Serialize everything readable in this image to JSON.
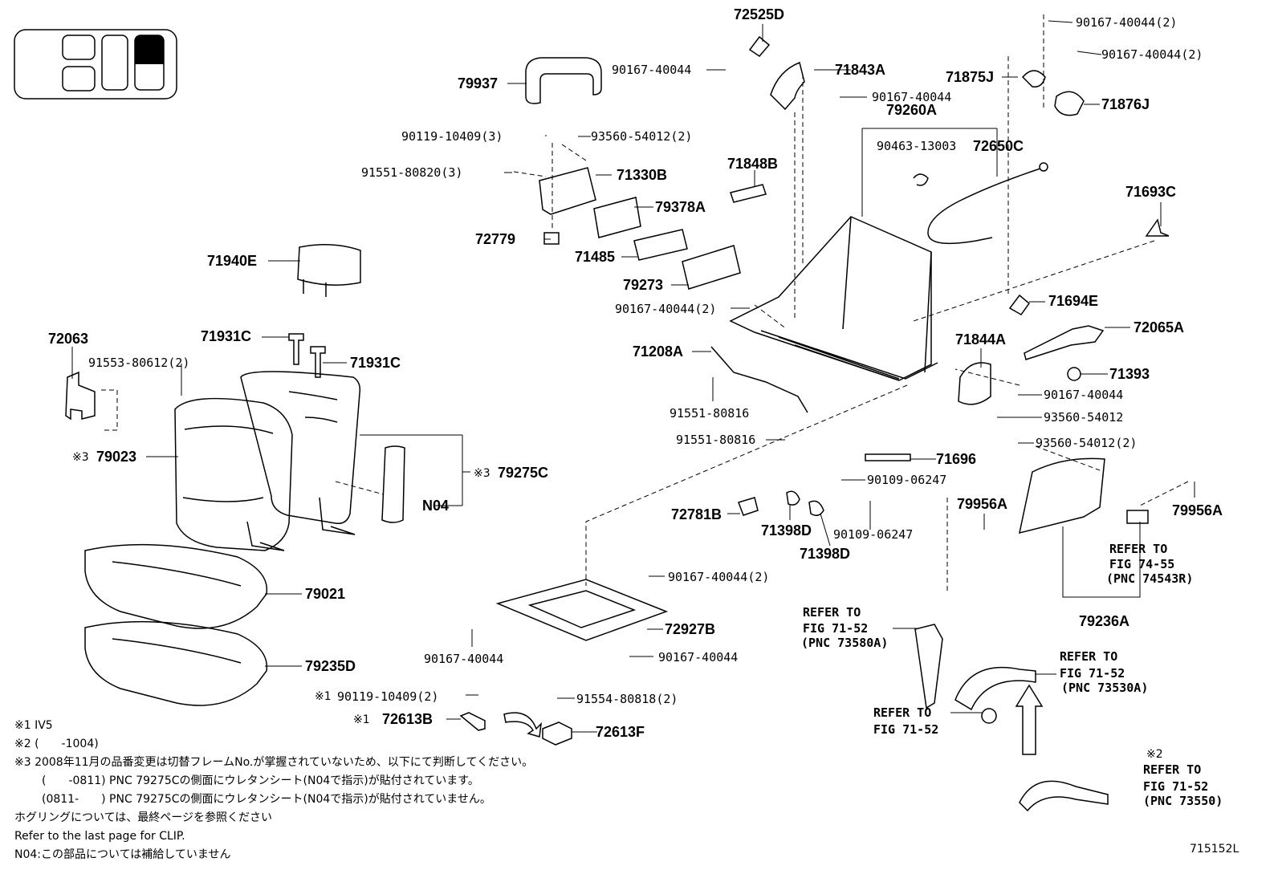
{
  "diagram_id": "715152L",
  "parts": {
    "p72525D": "72525D",
    "p90167_a": "90167-40044",
    "p71843A": "71843A",
    "p90167_b": "90167-40044",
    "p79937": "79937",
    "p90119_3": "90119-10409(3)",
    "p93560_2a": "93560-54012(2)",
    "p91551_80820": "91551-80820(3)",
    "p71330B": "71330B",
    "p79378A": "79378A",
    "p72779": "72779",
    "p71485": "71485",
    "p79273": "79273",
    "p90167_2a": "90167-40044(2)",
    "p71848B": "71848B",
    "p79260A": "79260A",
    "p90463": "90463-13003",
    "p72650C": "72650C",
    "p90167_2b": "90167-40044(2)",
    "p90167_2c": "90167-40044(2)",
    "p71875J": "71875J",
    "p71876J": "71876J",
    "p71693C": "71693C",
    "p71694E": "71694E",
    "p72065A": "72065A",
    "p71844A": "71844A",
    "p71393": "71393",
    "p90167_c": "90167-40044",
    "p93560_a": "93560-54012",
    "p93560_2b": "93560-54012(2)",
    "p71696": "71696",
    "p71940E": "71940E",
    "p71931C_a": "71931C",
    "p71931C_b": "71931C",
    "p72063": "72063",
    "p91553": "91553-80612(2)",
    "p79023": "79023",
    "p79275C": "79275C",
    "pN04": "N04",
    "p71208A": "71208A",
    "p91551_a": "91551-80816",
    "p91551_b": "91551-80816",
    "p90109_a": "90109-06247",
    "p90109_b": "90109-06247",
    "p72781B": "72781B",
    "p71398D_a": "71398D",
    "p71398D_b": "71398D",
    "p79956A_a": "79956A",
    "p79956A_b": "79956A",
    "p79236A": "79236A",
    "p79021": "79021",
    "p90167_2d": "90167-40044(2)",
    "p72927B": "72927B",
    "p90167_d": "90167-40044",
    "p90167_e": "90167-40044",
    "p79235D": "79235D",
    "p90119_2": "90119-10409(2)",
    "p91554": "91554-80818(2)",
    "p72613B": "72613B",
    "p72613F": "72613F"
  },
  "marks": {
    "m1": "※1",
    "m3": "※3",
    "m2": "※2"
  },
  "refs": {
    "r1_l1": "REFER TO",
    "r1_l2": "FIG 74-55",
    "r1_l3": "(PNC 74543R)",
    "r2_l1": "REFER TO",
    "r2_l2": "FIG 71-52",
    "r2_l3": "(PNC 73580A)",
    "r3_l1": "REFER TO",
    "r3_l2": "FIG 71-52",
    "r3_l3": "(PNC 73530A)",
    "r4_l1": "REFER TO",
    "r4_l2": "FIG 71-52",
    "r5_l1": "REFER TO",
    "r5_l2": "FIG 71-52",
    "r5_l3": "(PNC 73550)"
  },
  "notes": {
    "n1": "※1 IV5",
    "n2": "※2 (　　-1004)",
    "n3": "※3  2008年11月の品番変更は切替フレームNo.が掌握されていないため、以下にて判断してください。",
    "n4": "(　　-0811) PNC 79275Cの側面にウレタンシート(N04で指示)が貼付されています。",
    "n5": "(0811-　　) PNC 79275Cの側面にウレタンシート(N04で指示)が貼付されていません。",
    "n6": "ホグリングについては、最終ページを参照ください",
    "n7": "Refer to the last page for CLIP.",
    "n8": "N04:この部品については補給していません"
  }
}
